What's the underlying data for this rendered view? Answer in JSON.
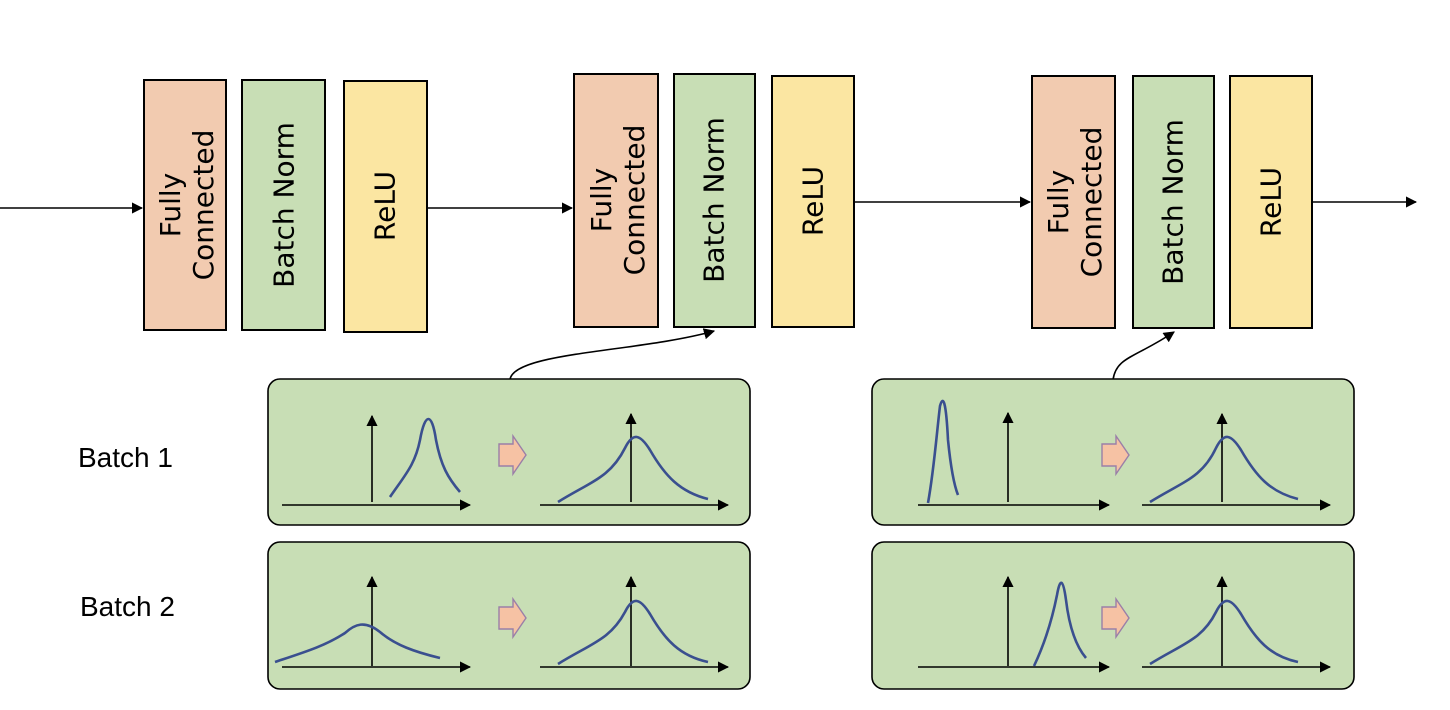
{
  "blocks": {
    "fc": {
      "line1": "Fully",
      "line2": "Connected"
    },
    "bn": "Batch Norm",
    "relu": "ReLU"
  },
  "batches": [
    {
      "label": "Batch 1"
    },
    {
      "label": "Batch 2"
    }
  ],
  "colors": {
    "fully_connected": "#f2cbb0",
    "batch_norm": "#c8deb5",
    "relu": "#fbe6a2",
    "curve": "#3a4f8f",
    "transform_arrow": "#f6c2a4"
  }
}
